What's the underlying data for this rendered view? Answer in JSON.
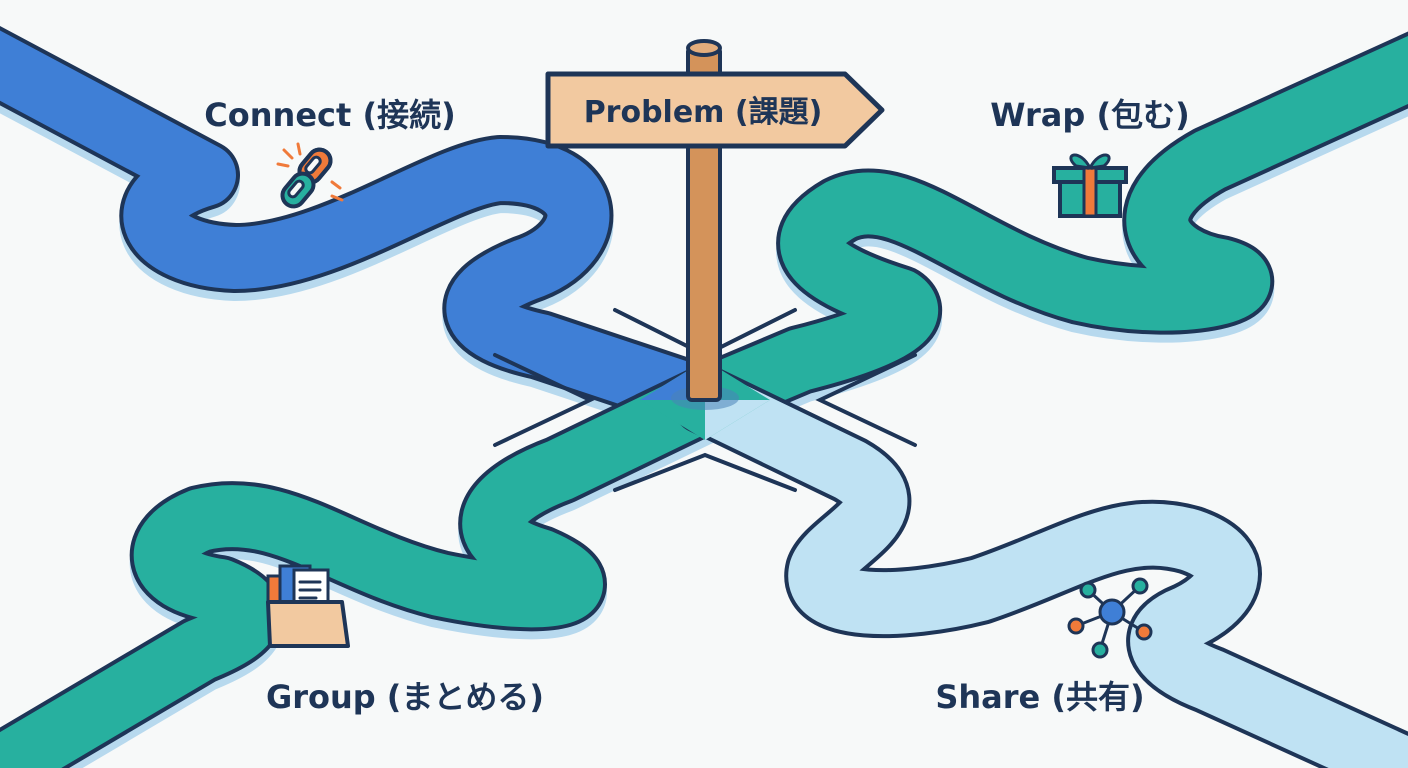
{
  "signpost": {
    "label": "Problem (課題)"
  },
  "paths": {
    "connect": {
      "label": "Connect (接続)",
      "icon": "chain-link-icon"
    },
    "wrap": {
      "label": "Wrap (包む)",
      "icon": "gift-box-icon"
    },
    "group": {
      "label": "Group (まとめる)",
      "icon": "folder-documents-icon"
    },
    "share": {
      "label": "Share (共有)",
      "icon": "network-share-icon"
    }
  },
  "colors": {
    "background": "#f7f9f9",
    "outline": "#1e3557",
    "connect": "#3f7fd6",
    "wrap": "#27b09f",
    "group": "#27b09f",
    "share": "#bfe2f3",
    "sign": "#f2c9a0",
    "pole": "#d4935a",
    "accent_orange": "#f07a3a",
    "shadow": "#b7d9ee"
  }
}
